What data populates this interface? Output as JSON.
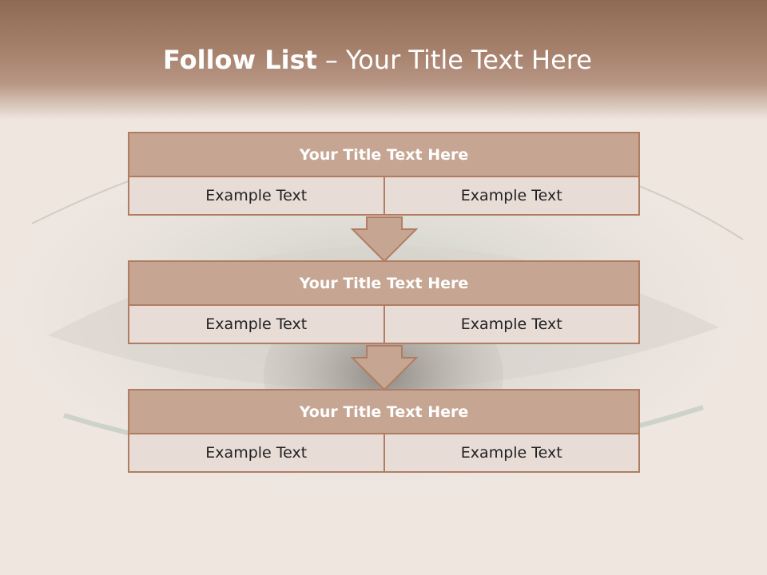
{
  "slide": {
    "title_bold": "Follow List",
    "title_separator": "–",
    "title_rest": "Your Title Text Here"
  },
  "steps": [
    {
      "title": "Your Title Text Here",
      "left": "Example Text",
      "right": "Example Text"
    },
    {
      "title": "Your Title Text Here",
      "left": "Example Text",
      "right": "Example Text"
    },
    {
      "title": "Your Title Text Here",
      "left": "Example Text",
      "right": "Example Text"
    }
  ],
  "colors": {
    "header": "#a47f6a",
    "title_fill": "#c6a593",
    "cell_fill": "#e8dcd7",
    "border": "#b07d63"
  }
}
